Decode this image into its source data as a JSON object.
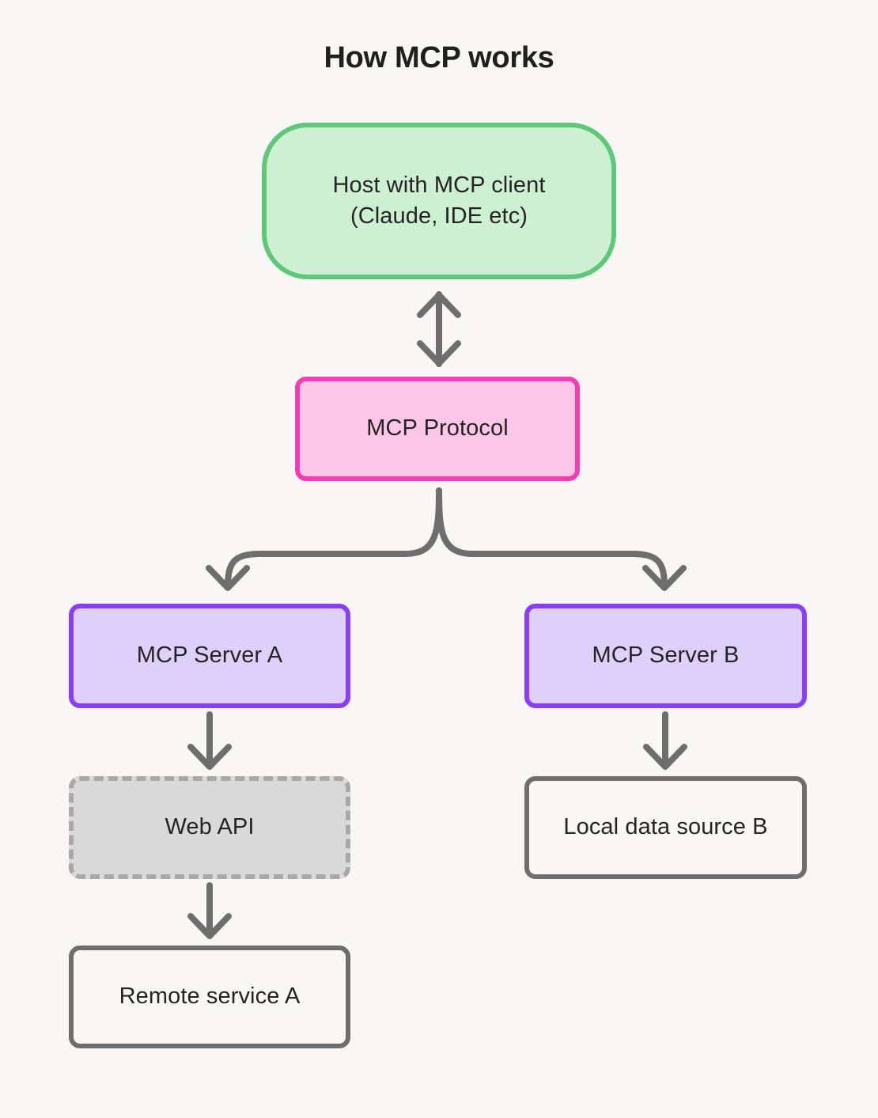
{
  "page": {
    "title": "How MCP works",
    "background_color": "#f8f7f5",
    "text_color": "#242424"
  },
  "diagram": {
    "type": "flowchart",
    "direction": "top-down",
    "nodes": [
      {
        "id": "host",
        "label_line1": "Host with MCP client",
        "label_line2": "(Claude, IDE etc)",
        "shape": "stadium",
        "fill": "#cdf0d3",
        "stroke": "#5dc978"
      },
      {
        "id": "protocol",
        "label": "MCP Protocol",
        "shape": "rounded-rect",
        "fill": "#fcc6e8",
        "stroke": "#f63bb4"
      },
      {
        "id": "server_a",
        "label": "MCP Server A",
        "shape": "rounded-rect",
        "fill": "#ded0fb",
        "stroke": "#8b3dff"
      },
      {
        "id": "server_b",
        "label": "MCP Server B",
        "shape": "rounded-rect",
        "fill": "#ded0fb",
        "stroke": "#8b3dff"
      },
      {
        "id": "web_api",
        "label": "Web API",
        "shape": "rounded-rect-dashed",
        "fill": "#d9d9d9",
        "stroke": "#a8a8a8"
      },
      {
        "id": "local_data",
        "label": "Local data source B",
        "shape": "rounded-rect",
        "fill": "#f8f7f5",
        "stroke": "#6e6e6e"
      },
      {
        "id": "remote",
        "label": "Remote service A",
        "shape": "rounded-rect",
        "fill": "#f8f7f5",
        "stroke": "#6e6e6e"
      }
    ],
    "edges": [
      {
        "from": "host",
        "to": "protocol",
        "arrow": "both",
        "style": "straight"
      },
      {
        "from": "protocol",
        "to": "server_a",
        "arrow": "to",
        "style": "branch-left"
      },
      {
        "from": "protocol",
        "to": "server_b",
        "arrow": "to",
        "style": "branch-right"
      },
      {
        "from": "server_a",
        "to": "web_api",
        "arrow": "to",
        "style": "straight"
      },
      {
        "from": "server_b",
        "to": "local_data",
        "arrow": "to",
        "style": "straight"
      },
      {
        "from": "web_api",
        "to": "remote",
        "arrow": "to",
        "style": "straight"
      }
    ],
    "edge_color": "#6e6e6e"
  }
}
